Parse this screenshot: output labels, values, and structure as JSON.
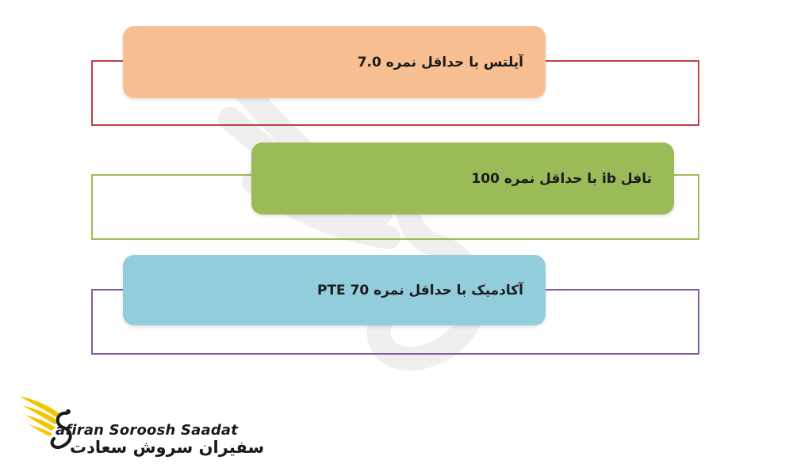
{
  "items": [
    {
      "label": "آیلتس با حداقل نمره 7.0",
      "fill": "#f8c092",
      "border": "#c0404a"
    },
    {
      "label": "تافل ib با حداقل نمره 100",
      "fill": "#9bbb59",
      "border": "#9bbb59"
    },
    {
      "label": "PTE آکادمیک با حداقل نمره 70",
      "fill": "#92cddc",
      "border": "#7f5fa0"
    }
  ],
  "logo": {
    "text_en": "afiran Soroosh Saadat",
    "text_fa": "سفیران سروش سعادت",
    "accent_color": "#f5c400"
  }
}
